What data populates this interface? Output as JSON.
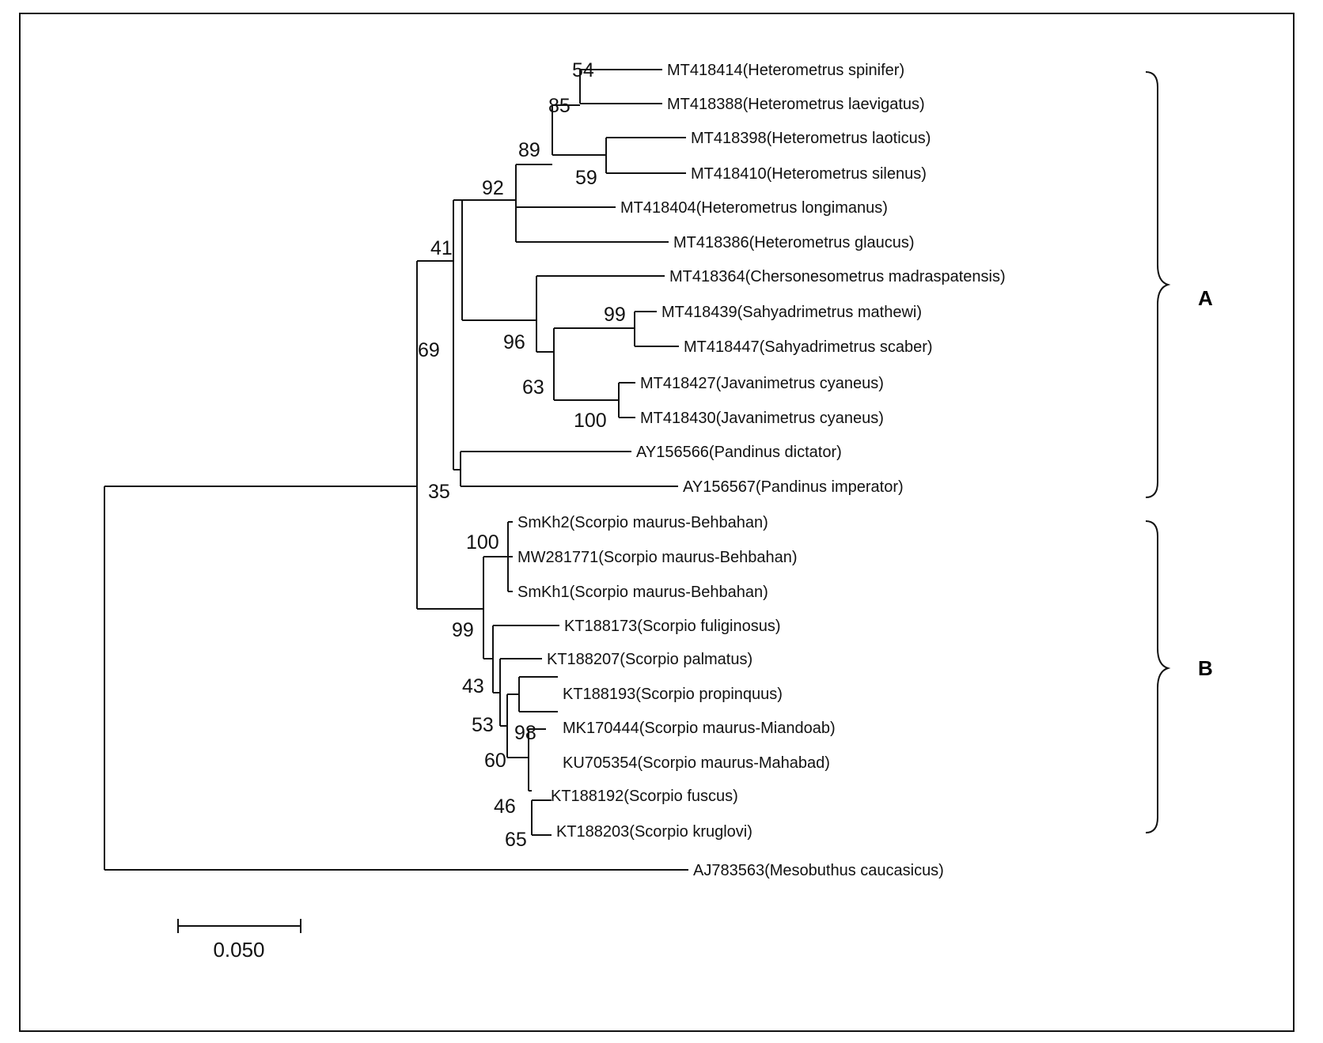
{
  "tree": {
    "leaves": [
      "MT418414(Heterometrus spinifer)",
      "MT418388(Heterometrus laevigatus)",
      "MT418398(Heterometrus laoticus)",
      "MT418410(Heterometrus silenus)",
      "MT418404(Heterometrus longimanus)",
      "MT418386(Heterometrus glaucus)",
      "MT418364(Chersonesometrus madraspatensis)",
      "MT418439(Sahyadrimetrus mathewi)",
      "MT418447(Sahyadrimetrus scaber)",
      "MT418427(Javanimetrus cyaneus)",
      "MT418430(Javanimetrus cyaneus)",
      "AY156566(Pandinus dictator)",
      "AY156567(Pandinus imperator)",
      "SmKh2(Scorpio maurus-Behbahan)",
      "MW281771(Scorpio maurus-Behbahan)",
      "SmKh1(Scorpio maurus-Behbahan)",
      "KT188173(Scorpio fuliginosus)",
      "KT188207(Scorpio palmatus)",
      "KT188193(Scorpio propinquus)",
      "MK170444(Scorpio maurus-Miandoab)",
      "KU705354(Scorpio maurus-Mahabad)",
      "KT188192(Scorpio fuscus)",
      "KT188203(Scorpio kruglovi)",
      "AJ783563(Mesobuthus caucasicus)"
    ],
    "bootstrap": [
      "54",
      "85",
      "59",
      "89",
      "92",
      "99",
      "100",
      "63",
      "96",
      "41",
      "35",
      "69",
      "100",
      "65",
      "46",
      "98",
      "60",
      "53",
      "43",
      "99"
    ],
    "scale_bar": "0.050",
    "clades": [
      "A",
      "B"
    ]
  }
}
